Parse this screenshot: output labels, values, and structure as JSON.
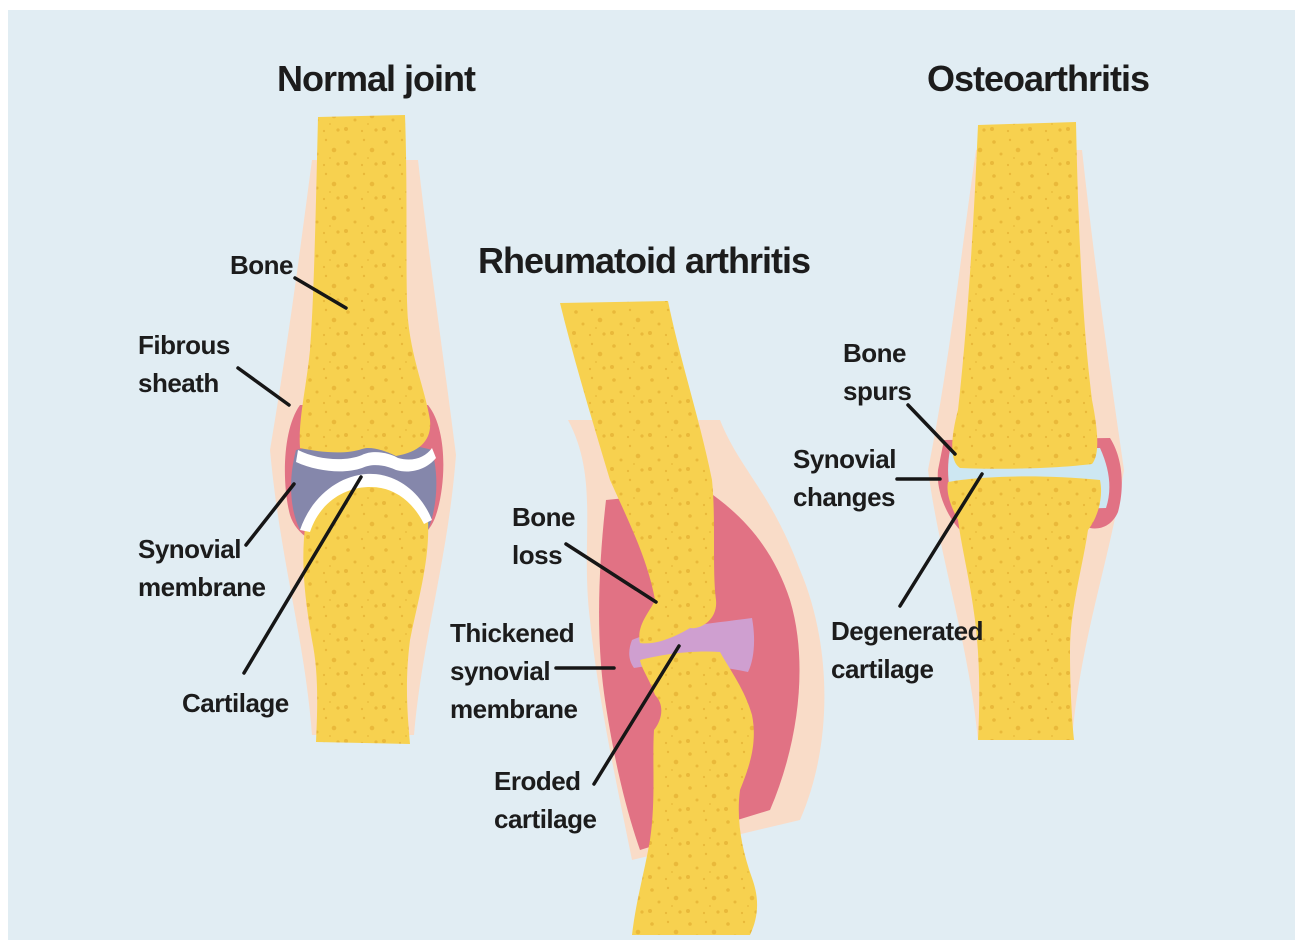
{
  "panels": {
    "normal": {
      "title": "Normal joint",
      "labels": {
        "bone": "Bone",
        "fibrous_sheath": [
          "Fibrous",
          "sheath"
        ],
        "synovial_membrane": [
          "Synovial",
          "membrane"
        ],
        "cartilage": "Cartilage"
      }
    },
    "rheumatoid": {
      "title": "Rheumatoid arthritis",
      "labels": {
        "bone_loss": [
          "Bone",
          "loss"
        ],
        "thickened_synovial_membrane": [
          "Thickened",
          "synovial",
          "membrane"
        ],
        "eroded_cartilage": [
          "Eroded",
          "cartilage"
        ]
      }
    },
    "osteo": {
      "title": "Osteoarthritis",
      "labels": {
        "bone_spurs": [
          "Bone",
          "spurs"
        ],
        "synovial_changes": [
          "Synovial",
          "changes"
        ],
        "degenerated_cartilage": [
          "Degenerated",
          "cartilage"
        ]
      }
    }
  },
  "colors": {
    "background": "#e1edf3",
    "bone": "#f7d14f",
    "bone_pore": "#e9b93a",
    "fibrous_sheath": "#f9dcc8",
    "synovial_membrane": "#e17284",
    "synovial_fluid_normal": "#8587ab",
    "cartilage": "#ffffff",
    "thickened_synovial_fill": "#cf9fd0",
    "osteo_synovial_fluid": "#cde7f2"
  }
}
